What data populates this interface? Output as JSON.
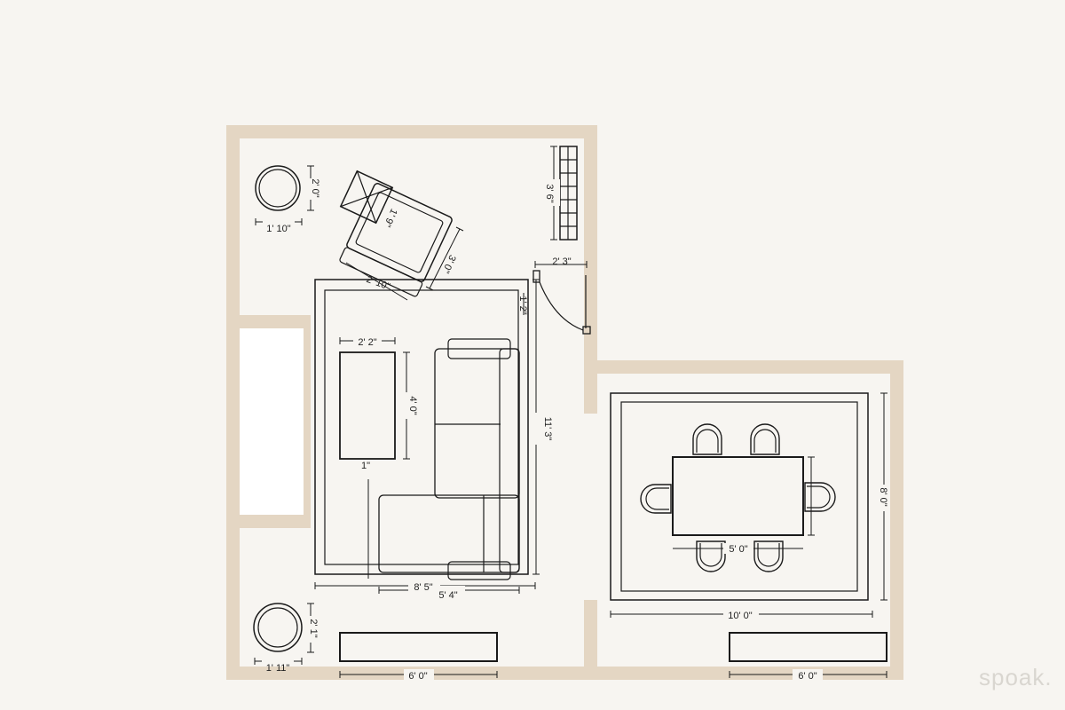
{
  "plan": {
    "colors": {
      "wall": "#e4d6c3",
      "floor": "#f7f5f1",
      "line": "#1a1a1a",
      "logo": "#d9d6d0"
    },
    "dimensions": {
      "side_table_top_h": "2' 0\"",
      "side_table_top_w": "1' 10\"",
      "bookshelf_h": "3' 6\"",
      "chair_d": "3' 0\"",
      "chair_w": "2' 10\"",
      "chair_seat": "1' 9\"",
      "door_w": "2' 3\"",
      "door_gap": "1' 2\"",
      "coffee_w": "2' 2\"",
      "coffee_h": "4' 0\"",
      "coffee_gap": "1\"",
      "rug_h": "11' 3\"",
      "rug_w": "8' 5\"",
      "sofa_w": "5' 4\"",
      "side_table_bot_h": "2' 1\"",
      "side_table_bot_w": "1' 11\"",
      "console_left_w": "6' 0\"",
      "dining_rug_h": "8' 0\"",
      "dining_rug_w": "10' 0\"",
      "dining_table_w": "5' 0\"",
      "console_right_w": "6' 0\""
    },
    "logo": "spoak."
  }
}
